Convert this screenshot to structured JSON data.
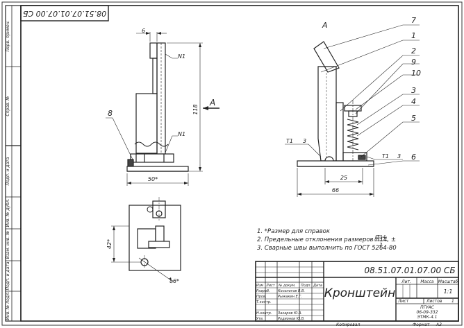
{
  "document": {
    "code": "08.51.07.01.07.00 СБ",
    "code_mirrored": "08.51.07.01.07.00 СБ",
    "title": "Кронштейн",
    "view_label": "A",
    "view_arrow_label": "A"
  },
  "side_labels": [
    "Перв. примен.",
    "Справ. №",
    "Подп. и дата",
    "Инв. № дубл.",
    "Взам. инв. №",
    "Подп. и дата",
    "Инв. № подл."
  ],
  "dimensions": {
    "top_width": "6",
    "height": "118",
    "base_width": "50*",
    "plan_height": "42*",
    "hole": "⌀6*",
    "a_inner": "25",
    "a_base": "66"
  },
  "callouts": {
    "n1_top": "N1",
    "n1_bottom": "N1",
    "weld_left": "T1",
    "weld_left_size": "3",
    "weld_right": "T1",
    "weld_right_size": "3"
  },
  "parts": [
    "7",
    "1",
    "2",
    "9",
    "10",
    "3",
    "4",
    "5",
    "6",
    "8"
  ],
  "notes": [
    "1. *Размер для справок",
    "2. Предельные отклонения размеров Н14, ±",
    "3. Сварные швы выполнить по ГОСТ 5264-80"
  ],
  "tolerance": {
    "numerator": "JT14",
    "denominator": "2"
  },
  "title_block": {
    "lit_header": "Лит.",
    "mass_header": "Масса",
    "scale_header": "Масштаб",
    "scale": "1:1",
    "sheet_label": "Лист",
    "sheets_label": "Листов",
    "sheets_value": "1",
    "org_line1": "ПГУАС",
    "org_line2": "06-09-332",
    "org_line3": "ЭТМК-4.1",
    "col_headers": [
      "Изм",
      "Лист",
      "№ докум.",
      "Подп.",
      "Дата"
    ],
    "roles": [
      {
        "role": "Разраб.",
        "name": "Косоногов В.В."
      },
      {
        "role": "Пров.",
        "name": "Рыжакин Е.Г."
      },
      {
        "role": "Т.контр.",
        "name": ""
      },
      {
        "role": "",
        "name": ""
      },
      {
        "role": "Н.контр.",
        "name": "Захаров Ю.А."
      },
      {
        "role": "Утв.",
        "name": "Родионов Ю.В."
      }
    ]
  },
  "footer": {
    "copied": "Копировал",
    "format_label": "Формат",
    "format": "А3"
  }
}
